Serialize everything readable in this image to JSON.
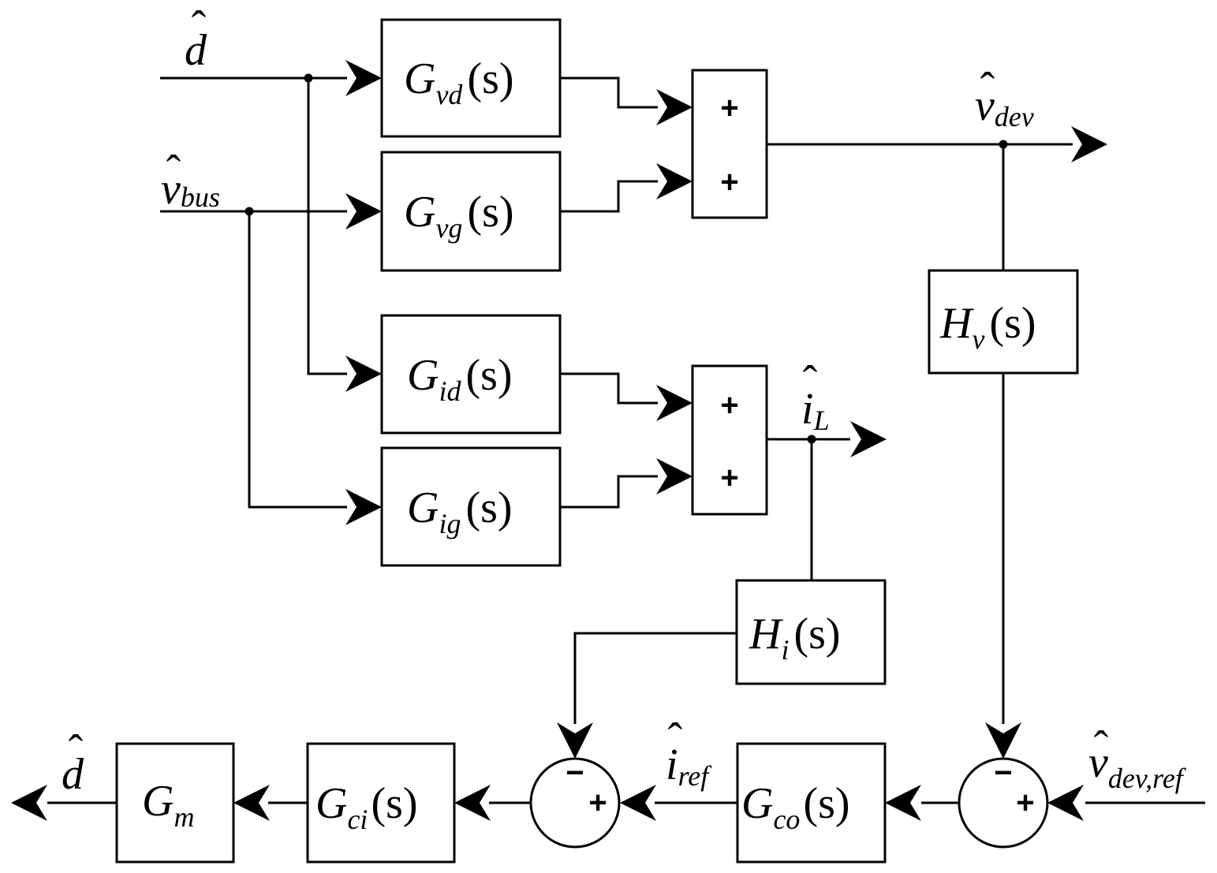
{
  "blocks": {
    "gvd": {
      "main": "G",
      "sub": "vd",
      "arg": "(s)"
    },
    "gvg": {
      "main": "G",
      "sub": "vg",
      "arg": "(s)"
    },
    "gid": {
      "main": "G",
      "sub": "id",
      "arg": "(s)"
    },
    "gig": {
      "main": "G",
      "sub": "ig",
      "arg": "(s)"
    },
    "hv": {
      "main": "H",
      "sub": "v",
      "arg": "(s)"
    },
    "hi": {
      "main": "H",
      "sub": "i",
      "arg": "(s)"
    },
    "gco": {
      "main": "G",
      "sub": "co",
      "arg": "(s)"
    },
    "gci": {
      "main": "G",
      "sub": "ci",
      "arg": "(s)"
    },
    "gm": {
      "main": "G",
      "sub": "m"
    }
  },
  "signals": {
    "d_in": {
      "hat": "̂",
      "main": "d"
    },
    "vbus": {
      "main": "v",
      "sub": "bus"
    },
    "vdev": {
      "main": "v",
      "sub": "dev"
    },
    "il": {
      "main": "i",
      "sub": "L"
    },
    "iref": {
      "main": "i",
      "sub": "ref"
    },
    "vdev_ref": {
      "main": "v",
      "sub": "dev,ref"
    },
    "d_out": {
      "main": "d"
    }
  },
  "signs": {
    "plus": "+",
    "minus": "−"
  },
  "hat_glyph": "ˆ"
}
